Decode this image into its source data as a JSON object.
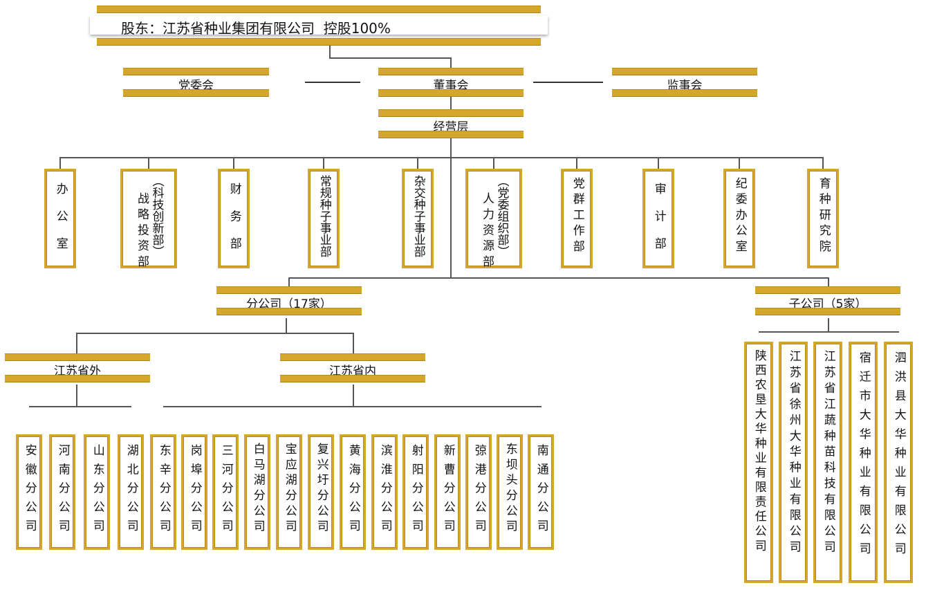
{
  "shareholder": "股东：江苏省种业集团有限公司  控股100%",
  "party_committee": "党委会",
  "board": "董事会",
  "supervisory": "监事会",
  "management": "经营层",
  "departments": [
    {
      "lines": [
        "办公室"
      ]
    },
    {
      "lines": [
        "战略投资部",
        "（科技创新部）"
      ]
    },
    {
      "lines": [
        "财务部"
      ]
    },
    {
      "lines": [
        "常规种子事业部"
      ]
    },
    {
      "lines": [
        "杂交种子事业部"
      ]
    },
    {
      "lines": [
        "人力资源部",
        "（党委组织部）"
      ]
    },
    {
      "lines": [
        "党群工作部"
      ]
    },
    {
      "lines": [
        "审计部"
      ]
    },
    {
      "lines": [
        "纪委办公室"
      ]
    },
    {
      "lines": [
        "育种研究院"
      ]
    }
  ],
  "branches_label": "分公司（17家）",
  "subsidiaries_label": "子公司（5家）",
  "outside_label": "江苏省外",
  "inside_label": "江苏省内",
  "outside_branches": [
    "安徽分公司",
    "河南分公司",
    "山东分公司",
    "湖北分公司"
  ],
  "inside_branches": [
    "东辛分公司",
    "岗埠分公司",
    "三河分公司",
    "白马湖分公司",
    "宝应湖分公司",
    "复兴圩分公司",
    "黄海分公司",
    "滨淮分公司",
    "射阳分公司",
    "新曹分公司",
    "弶港分公司",
    "东坝头分公司",
    "南通分公司"
  ],
  "subsidiaries": [
    "陕西农垦大华种业有限责任公司",
    "江苏省徐州大华种业有限公司",
    "江苏省江蔬种苗科技有限公司",
    "宿迁市大华种业有限公司",
    "泗洪县大华种业有限公司"
  ]
}
